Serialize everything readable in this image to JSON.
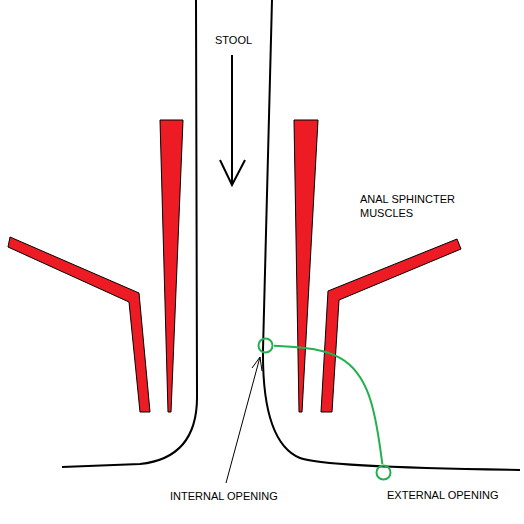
{
  "diagram": {
    "nodes": [
      {
        "text": [
          "INTERNAL OPENING"
        ]
      },
      {
        "text": [
          "EXTERNAL OPENING"
        ]
      }
    ],
    "edges": [
      {
        "from": 0,
        "to": 1,
        "arrow": "none"
      }
    ],
    "labels": [
      "STOOL",
      "ANAL SPHINCTER MUSCLES"
    ]
  }
}
